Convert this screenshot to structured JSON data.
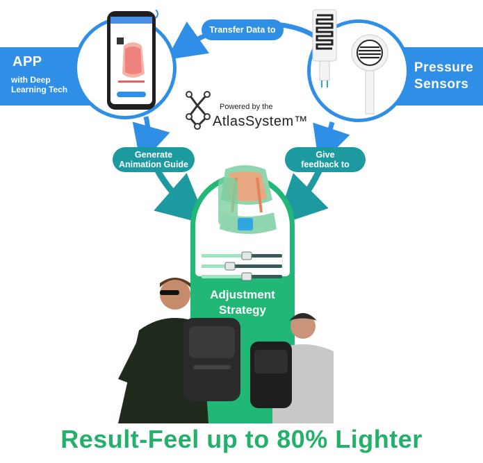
{
  "app_banner": {
    "title": "APP",
    "subtitle": "with Deep Learning Tech"
  },
  "sensor_banner": {
    "title": "Pressure Sensors"
  },
  "labels": {
    "transfer": "Transfer Data to",
    "generate": "Generate Animation Guide",
    "give": "Give feedback to",
    "strategy": "Adjustment Strategy",
    "powered_by": "Powered by the",
    "system": "AtlasSystem™"
  },
  "result": "Result-Feel up to 80% Lighter",
  "colors": {
    "blue": "#2f8fe6",
    "teal": "#1d9aa0",
    "green": "#21b777",
    "result_green": "#23b06a"
  },
  "icons": [
    "phone-icon",
    "pressure-sensor-icon",
    "atlas-logo-icon",
    "backpack-model-icon",
    "slider-icon",
    "people-photo-icon"
  ]
}
